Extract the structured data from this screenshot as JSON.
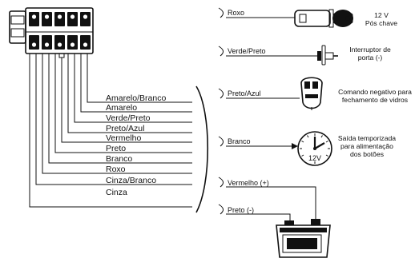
{
  "harness": {
    "wires": [
      {
        "label": "Amarelo/Branco"
      },
      {
        "label": "Amarelo"
      },
      {
        "label": "Verde/Preto"
      },
      {
        "label": "Preto/Azul"
      },
      {
        "label": "Vermelho"
      },
      {
        "label": "Preto"
      },
      {
        "label": "Branco"
      },
      {
        "label": "Roxo"
      },
      {
        "label": "Cinza/Branco"
      },
      {
        "label": "Cinza"
      }
    ]
  },
  "connections": [
    {
      "wire": "Roxo",
      "device_icon": "ignition-connector-icon",
      "desc": [
        "12 V",
        "Pós chave"
      ]
    },
    {
      "wire": "Verde/Preto",
      "device_icon": "door-switch-icon",
      "desc": [
        "Interruptor de",
        "porta (-)"
      ]
    },
    {
      "wire": "Preto/Azul",
      "device_icon": "remote-control-icon",
      "desc": [
        "Comando negativo para",
        "fechamento de vidros"
      ]
    },
    {
      "wire": "Branco",
      "device_icon": "clock-icon",
      "desc": [
        "Saída temporizada",
        "para alimentação",
        "dos botões"
      ]
    },
    {
      "wire": "Vermelho (+)",
      "device_icon": "battery-icon",
      "desc": []
    },
    {
      "wire": "Preto (-)",
      "device_icon": "",
      "desc": []
    }
  ],
  "clock": {
    "label": "12V"
  }
}
